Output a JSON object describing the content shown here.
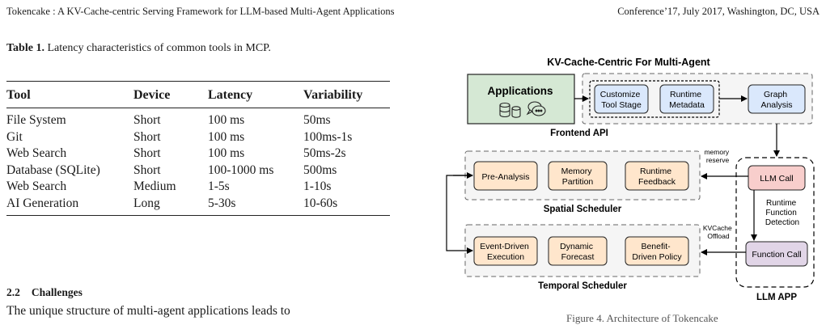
{
  "header": {
    "left": "Tokencake : A KV-Cache-centric Serving Framework for LLM-based Multi-Agent Applications",
    "right": "Conference’17, July 2017, Washington, DC, USA"
  },
  "table": {
    "label": "Table 1.",
    "caption": "Latency characteristics of common tools in MCP.",
    "columns": [
      "Tool",
      "Device",
      "Latency",
      "Variability"
    ],
    "rows": [
      [
        "File System",
        "Short",
        "100 ms",
        "50ms"
      ],
      [
        "Git",
        "Short",
        "100 ms",
        "100ms-1s"
      ],
      [
        "Web Search",
        "Short",
        "100 ms",
        "50ms-2s"
      ],
      [
        "Database (SQLite)",
        "Short",
        "100-1000 ms",
        "500ms"
      ],
      [
        "Web Search",
        "Medium",
        "1-5s",
        "1-10s"
      ],
      [
        "AI Generation",
        "Long",
        "5-30s",
        "10-60s"
      ]
    ]
  },
  "section": {
    "number": "2.2",
    "title": "Challenges",
    "text": "The unique structure of multi-agent applications leads to"
  },
  "diagram": {
    "title": "KV-Cache-Centric For Multi-Agent",
    "applications": "Applications",
    "frontend": {
      "label": "Frontend API",
      "tool_stage": [
        "Customize",
        "Tool Stage"
      ],
      "runtime_metadata": [
        "Runtime",
        "Metadata"
      ],
      "graph_analysis": [
        "Graph",
        "Analysis"
      ]
    },
    "spatial": {
      "label": "Spatial Scheduler",
      "pre_analysis": [
        "Pre-Analysis"
      ],
      "memory_partition": [
        "Memory",
        "Partition"
      ],
      "runtime_feedback": [
        "Runtime",
        "Feedback"
      ]
    },
    "temporal": {
      "label": "Temporal Scheduler",
      "event_driven": [
        "Event-Driven",
        "Execution"
      ],
      "dynamic_forecast": [
        "Dynamic",
        "Forecast"
      ],
      "benefit_driven": [
        "Benefit-",
        "Driven Policy"
      ]
    },
    "llm_app": {
      "label": "LLM APP",
      "llm_call": "LLM Call",
      "function_detection": [
        "Runtime",
        "Function",
        "Detection"
      ],
      "function_call": "Function Call"
    },
    "memory_reserve": [
      "memory",
      "reserve"
    ],
    "kvcache_offload": [
      "KVCache",
      "Offload"
    ],
    "colors": {
      "green": "#d5e8d4",
      "blue": "#dae8fc",
      "orange": "#ffe6cc",
      "red": "#f8cecc",
      "purple": "#e1d5e7",
      "panel": "#f5f5f5"
    }
  },
  "figure_caption": "Figure 4. Architecture of Tokencake"
}
